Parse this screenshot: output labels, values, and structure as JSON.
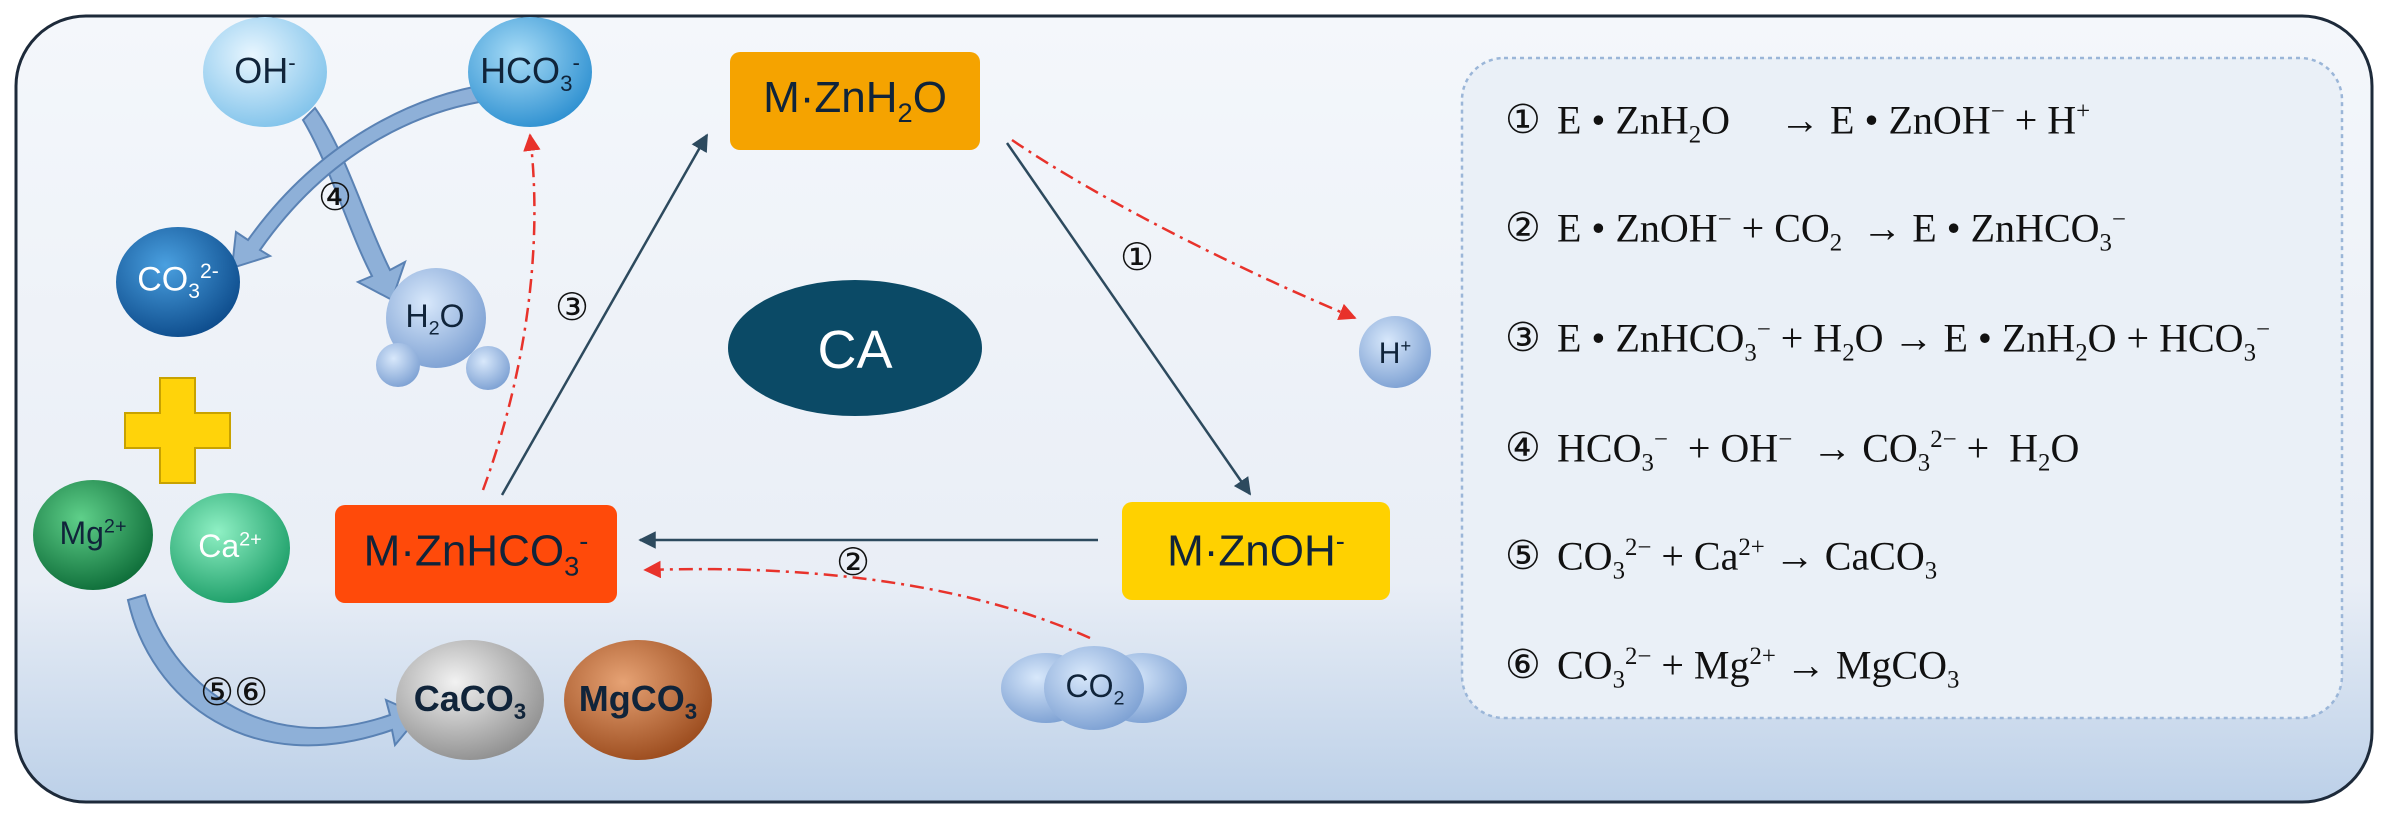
{
  "center_label": "CA",
  "enzyme_states": {
    "zn_h2o": "M·ZnH2O",
    "zn_oh": "M·ZnOH-",
    "zn_hco3": "M·ZnHCO3-"
  },
  "species": {
    "oh": "OH-",
    "hco3": "HCO3-",
    "co3": "CO32-",
    "h2o": "H2O",
    "h_plus": "H+",
    "co2": "CO2",
    "mg": "Mg2+",
    "ca": "Ca2+",
    "caco3": "CaCO3",
    "mgco3": "MgCO3"
  },
  "step_markers": {
    "s1": "①",
    "s2": "②",
    "s3": "③",
    "s4": "④",
    "s56": "⑤⑥"
  },
  "equations": [
    {
      "num": "①",
      "text": "E • ZnH2O → E • ZnOH− + H+"
    },
    {
      "num": "②",
      "text": "E • ZnOH− + CO2 → E • ZnHCO3−"
    },
    {
      "num": "③",
      "text": "E • ZnHCO3− + H2O → E • ZnH2O + HCO3−"
    },
    {
      "num": "④",
      "text": "HCO3− + OH− → CO32− + H2O"
    },
    {
      "num": "⑤",
      "text": "CO32− + Ca2+ → CaCO3"
    },
    {
      "num": "⑥",
      "text": "CO32− + Mg2+ → MgCO3"
    }
  ],
  "colors": {
    "zn_h2o_box": "#f5a300",
    "zn_oh_box": "#ffd100",
    "zn_hco3_box": "#ff4a0a",
    "ca_ellipse": "#0b4a66",
    "red_dash": "#e8322b",
    "solid_arrow": "#2d4a5e",
    "plus": "#ffd30a"
  }
}
